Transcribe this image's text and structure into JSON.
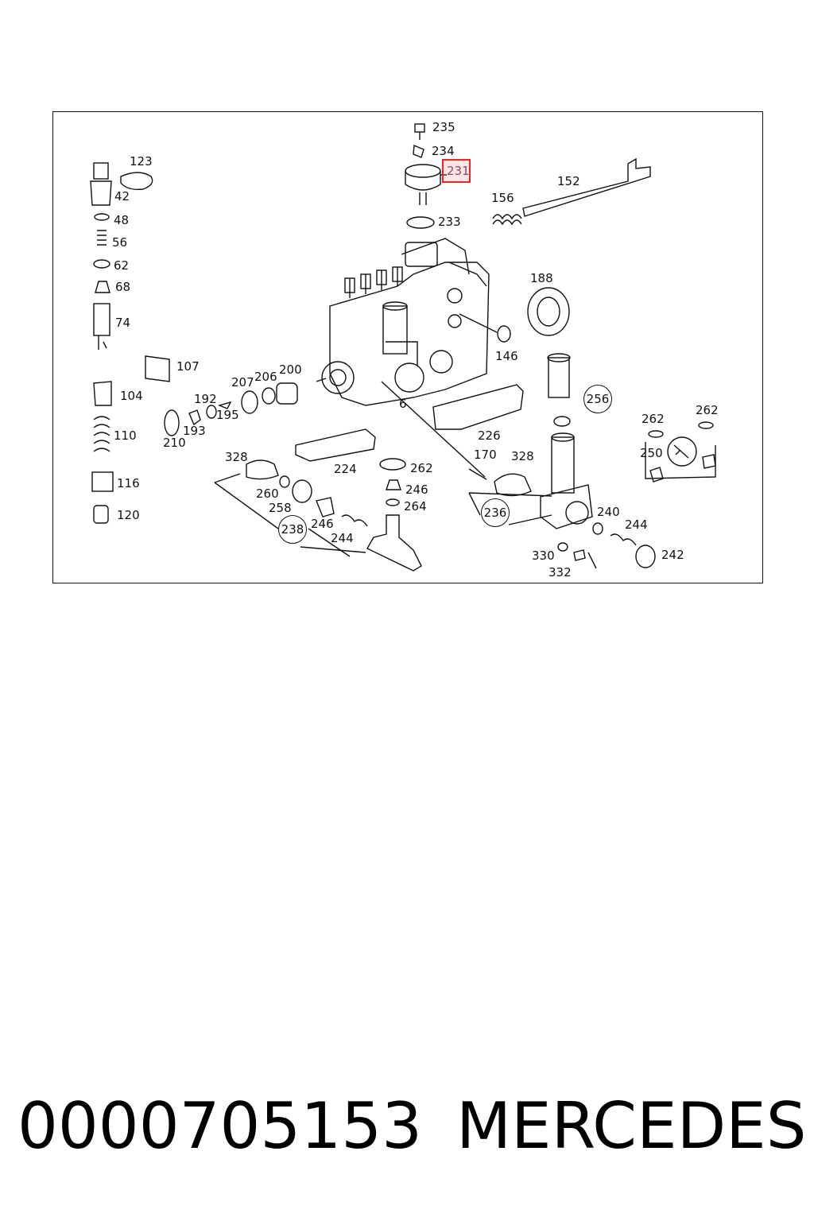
{
  "diagram": {
    "labels": {
      "l235": "235",
      "l234": "234",
      "l231": "231",
      "l233": "233",
      "l152": "152",
      "l156": "156",
      "l188": "188",
      "l146": "146",
      "l123": "123",
      "l42": "42",
      "l48": "48",
      "l56": "56",
      "l62": "62",
      "l68": "68",
      "l74": "74",
      "l107": "107",
      "l104": "104",
      "l110": "110",
      "l116": "116",
      "l120": "120",
      "l207": "207",
      "l206": "206",
      "l200": "200",
      "l192": "192",
      "l195": "195",
      "l193": "193",
      "l210": "210",
      "l6": "6",
      "l226": "226",
      "l170": "170",
      "l224": "224",
      "l262a": "262",
      "l246a": "246",
      "l264": "264",
      "l328a": "328",
      "l260": "260",
      "l258": "258",
      "l246b": "246",
      "l244a": "244",
      "l328b": "328",
      "l240": "240",
      "l244b": "244",
      "l330": "330",
      "l332": "332",
      "l242": "242",
      "l262b": "262",
      "l262c": "262",
      "l250": "250"
    },
    "circled": {
      "c256": "256",
      "c236": "236",
      "c238": "238"
    },
    "highlight_color": "#e3262a"
  },
  "footer": {
    "part_number": "0000705153",
    "brand": "MERCEDES"
  }
}
